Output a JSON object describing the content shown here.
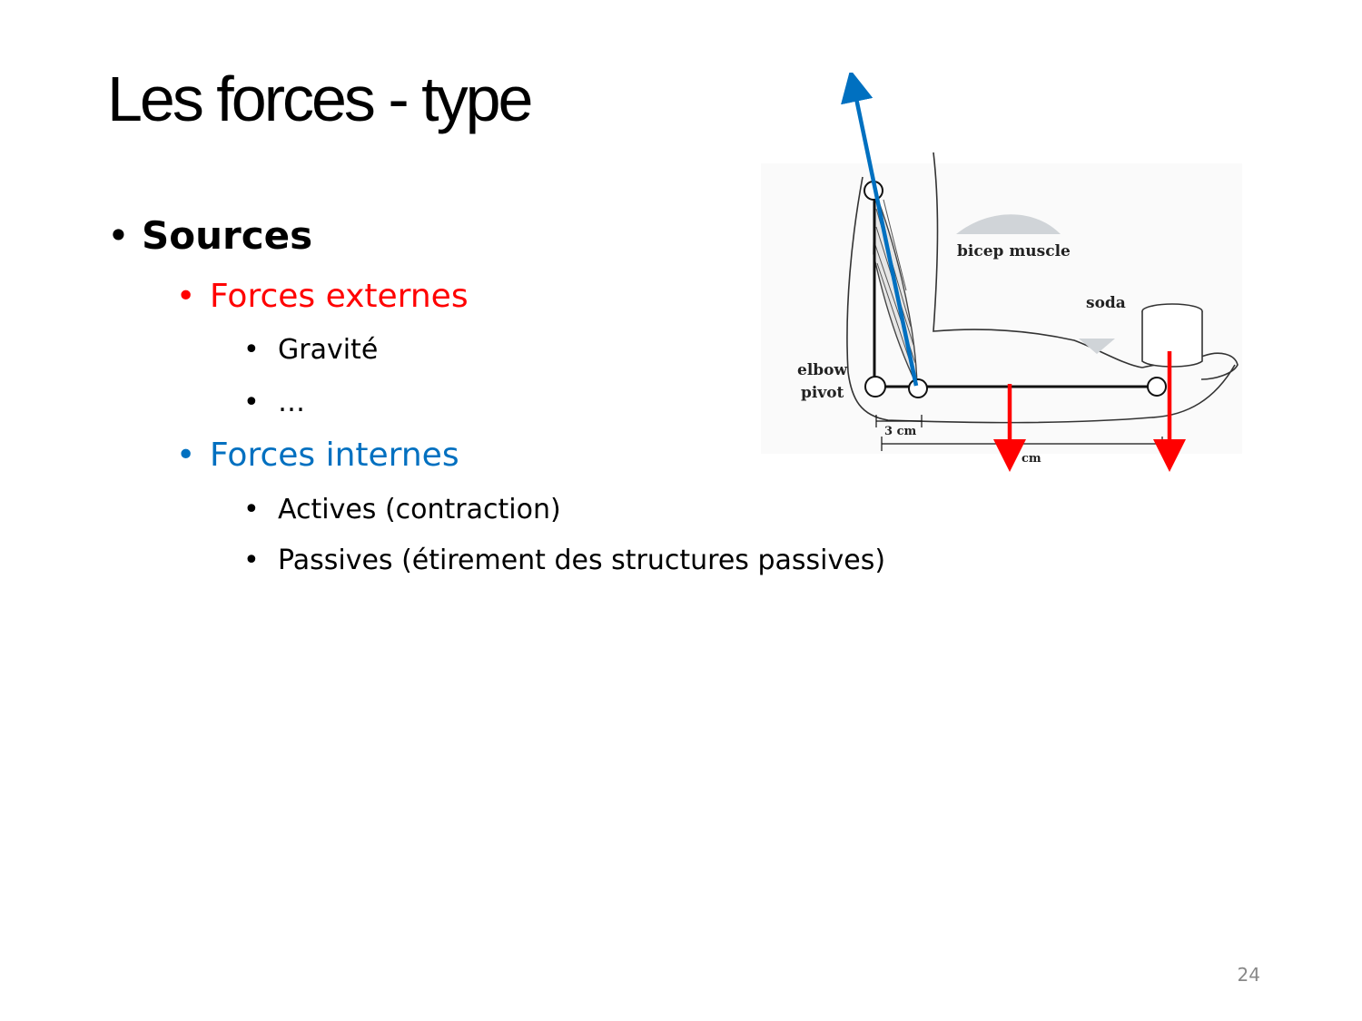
{
  "slide": {
    "title": "Les forces - type",
    "page_number": "24",
    "bullet_glyph": "•",
    "bullets": [
      {
        "label": "Sources"
      },
      {
        "label": "Forces externes",
        "color": "#ff0000"
      },
      {
        "label": "Gravité"
      },
      {
        "label": "…"
      },
      {
        "label": "Forces internes",
        "color": "#0070c0"
      },
      {
        "label": "Actives (contraction)"
      },
      {
        "label": "Passives (étirement des structures passives)"
      }
    ]
  },
  "diagram": {
    "labels": {
      "bicep": "bicep muscle",
      "soda": "soda",
      "elbow": "elbow",
      "pivot": "pivot",
      "short_distance": "3 cm",
      "long_distance_unit": "cm"
    },
    "colors": {
      "muscle_force_arrow": "#0070c0",
      "external_force_arrows": "#ff0000"
    }
  }
}
